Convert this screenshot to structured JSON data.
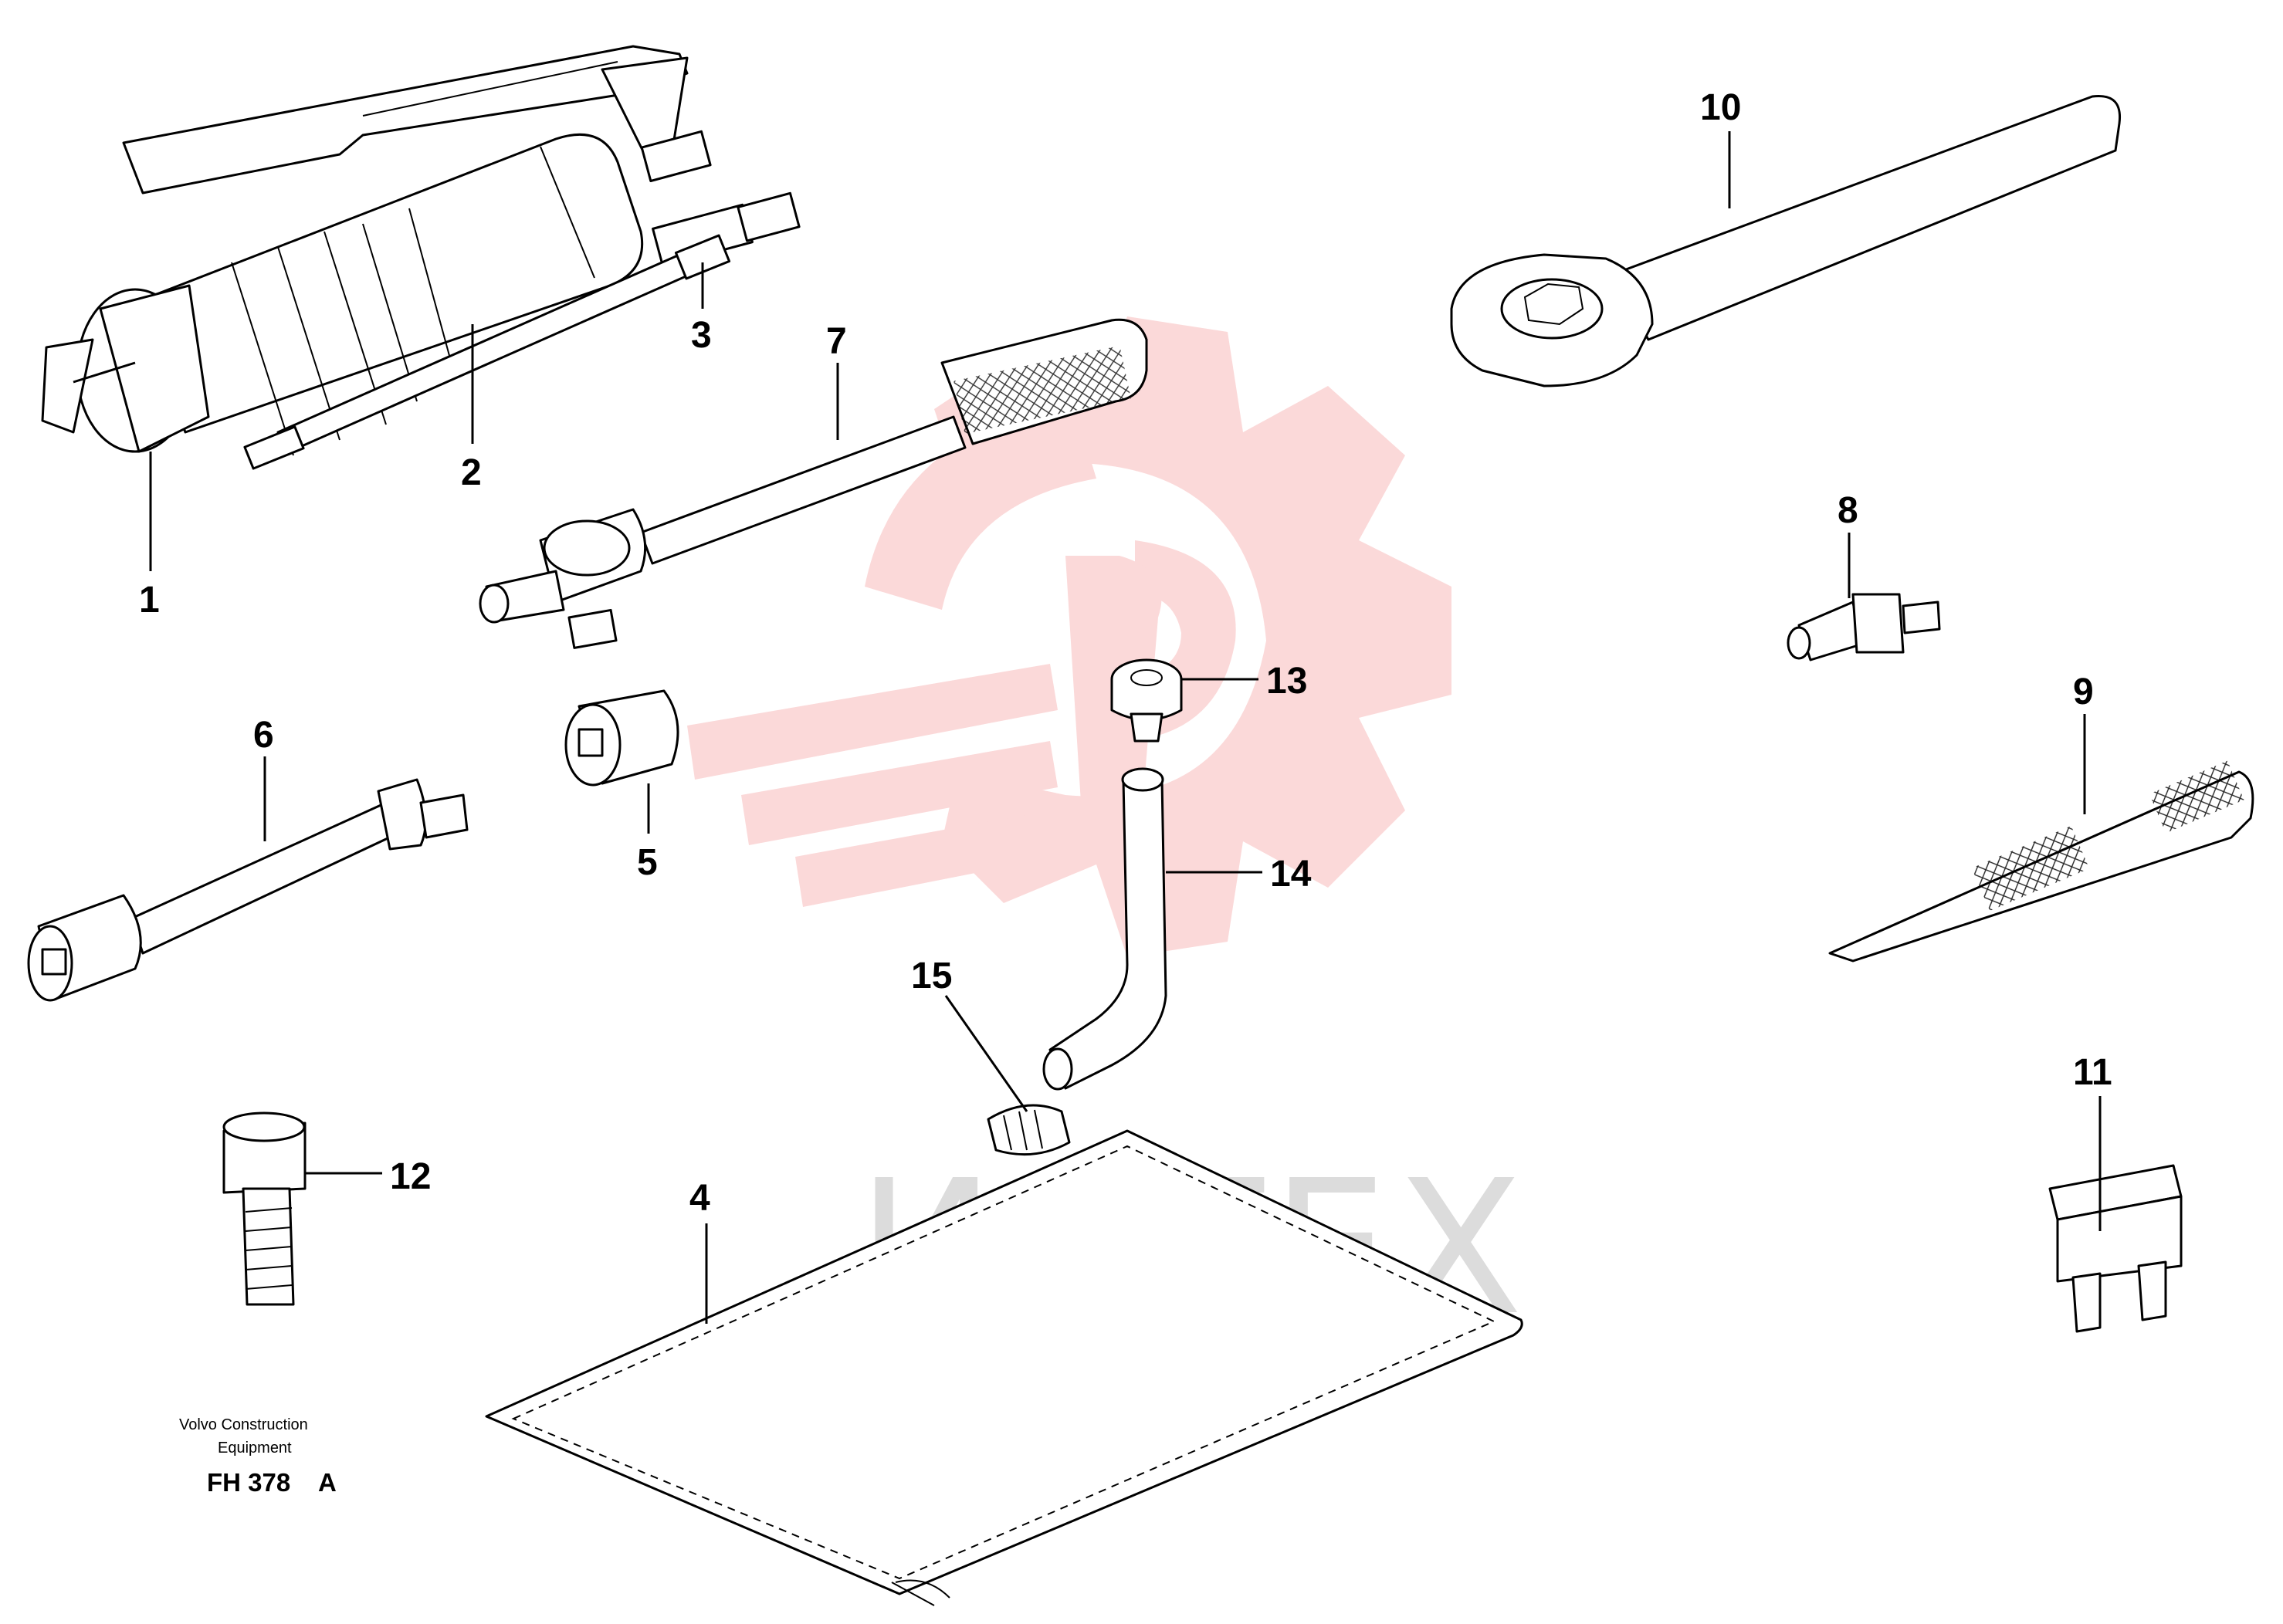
{
  "watermark": {
    "text": "ИНТЕХ",
    "logo_color": "#fbd9d9",
    "text_color": "#dcdcdc"
  },
  "callouts": [
    {
      "id": "1",
      "label": "1"
    },
    {
      "id": "2",
      "label": "2"
    },
    {
      "id": "3",
      "label": "3"
    },
    {
      "id": "4",
      "label": "4"
    },
    {
      "id": "5",
      "label": "5"
    },
    {
      "id": "6",
      "label": "6"
    },
    {
      "id": "7",
      "label": "7"
    },
    {
      "id": "8",
      "label": "8"
    },
    {
      "id": "9",
      "label": "9"
    },
    {
      "id": "10",
      "label": "10"
    },
    {
      "id": "11",
      "label": "11"
    },
    {
      "id": "12",
      "label": "12"
    },
    {
      "id": "13",
      "label": "13"
    },
    {
      "id": "14",
      "label": "14"
    },
    {
      "id": "15",
      "label": "15"
    }
  ],
  "caption": {
    "line1": "Volvo Construction",
    "line2": "Equipment",
    "code": "FH 378",
    "suffix": "A"
  }
}
